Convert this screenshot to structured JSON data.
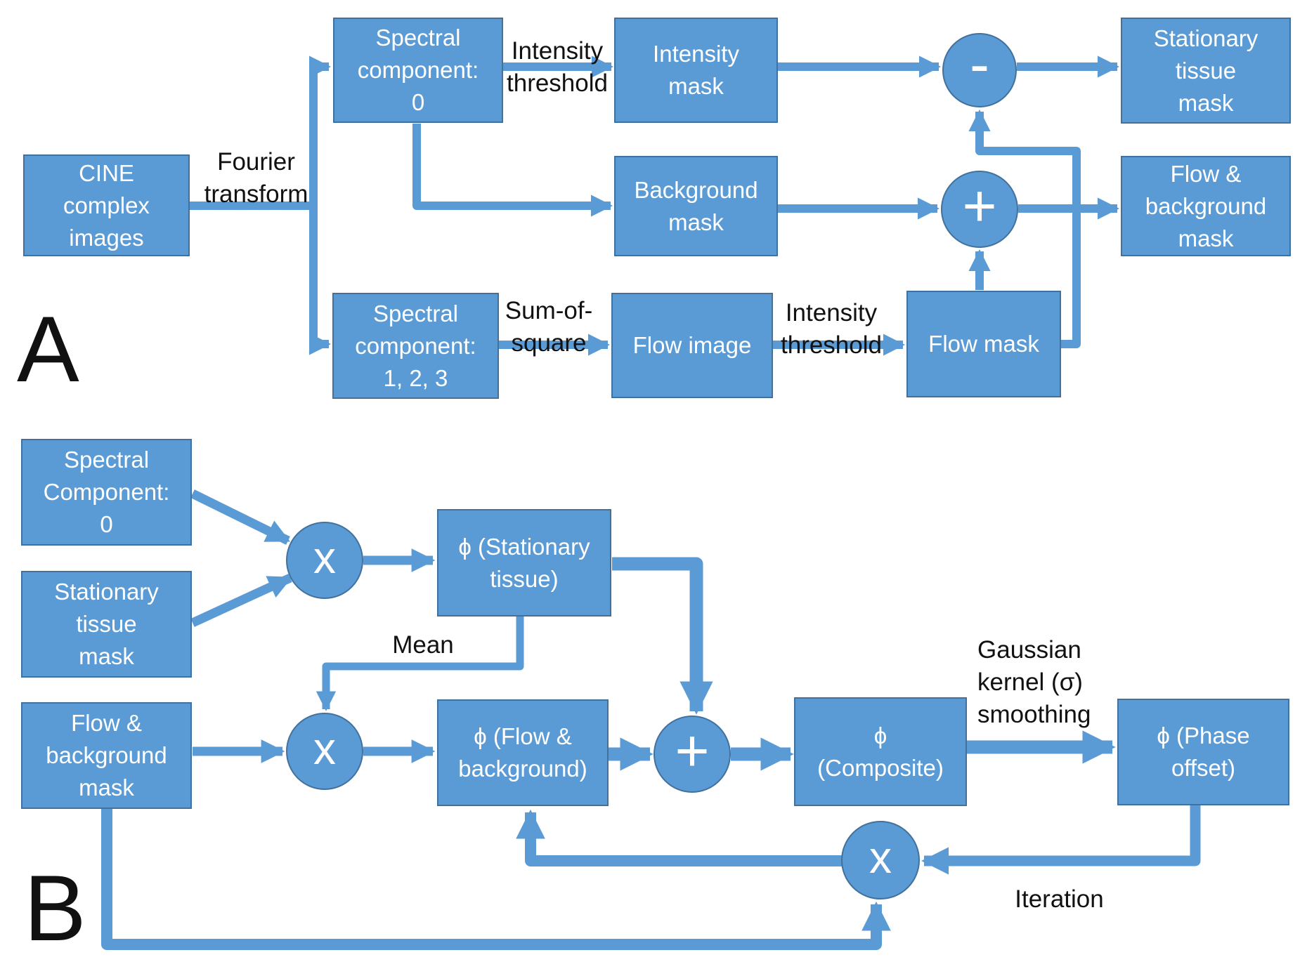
{
  "colors": {
    "node_fill": "#5b9bd5",
    "node_border": "#41719c",
    "node_text": "#ffffff",
    "connector": "#5b9bd5",
    "label_text": "#111111"
  },
  "panel_a": {
    "label": "A",
    "nodes": {
      "cine": "CINE\ncomplex\nimages",
      "spectral_component_0": "Spectral\ncomponent:\n0",
      "intensity_mask": "Intensity\nmask",
      "background_mask": "Background\nmask",
      "spectral_component_123": "Spectral\ncomponent:\n1, 2, 3",
      "flow_image": "Flow image",
      "flow_mask": "Flow mask",
      "stationary_tissue_mask": "Stationary\ntissue\nmask",
      "flow_background_mask": "Flow &\nbackground\nmask"
    },
    "operators": {
      "minus": "-",
      "plus": "+"
    },
    "edge_labels": {
      "fourier_transform": "Fourier\ntransform",
      "intensity_threshold_top": "Intensity\nthreshold",
      "sum_of_square": "Sum-of-\nsquare",
      "intensity_threshold_bottom": "Intensity\nthreshold"
    }
  },
  "panel_b": {
    "label": "B",
    "nodes": {
      "spectral_component_0": "Spectral\nComponent:\n0",
      "stationary_tissue_mask": "Stationary\ntissue\nmask",
      "flow_background_mask": "Flow &\nbackground\nmask",
      "phi_stationary_tissue": "ϕ (Stationary\ntissue)",
      "phi_flow_background": "ϕ (Flow &\nbackground)",
      "phi_composite": "ϕ\n(Composite)",
      "phi_phase_offset": "ϕ (Phase\noffset)"
    },
    "operators": {
      "multiply_1": "x",
      "multiply_2": "x",
      "plus": "+",
      "multiply_3": "x"
    },
    "edge_labels": {
      "mean": "Mean",
      "gaussian_smoothing": "Gaussian\nkernel (σ)\nsmoothing",
      "iteration": "Iteration"
    }
  }
}
